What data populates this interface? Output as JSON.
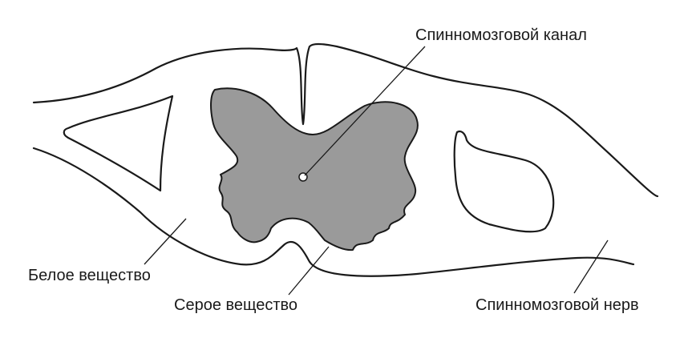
{
  "labels": {
    "spinal_canal": "Спинномозговой канал",
    "white_matter": "Белое вещество",
    "grey_matter": "Серое вещество",
    "spinal_nerve": "Спинномозговой нерв"
  },
  "colors": {
    "grey_matter_fill": "#9a9a9a",
    "outline": "#1a1a1a",
    "background": "#ffffff"
  }
}
